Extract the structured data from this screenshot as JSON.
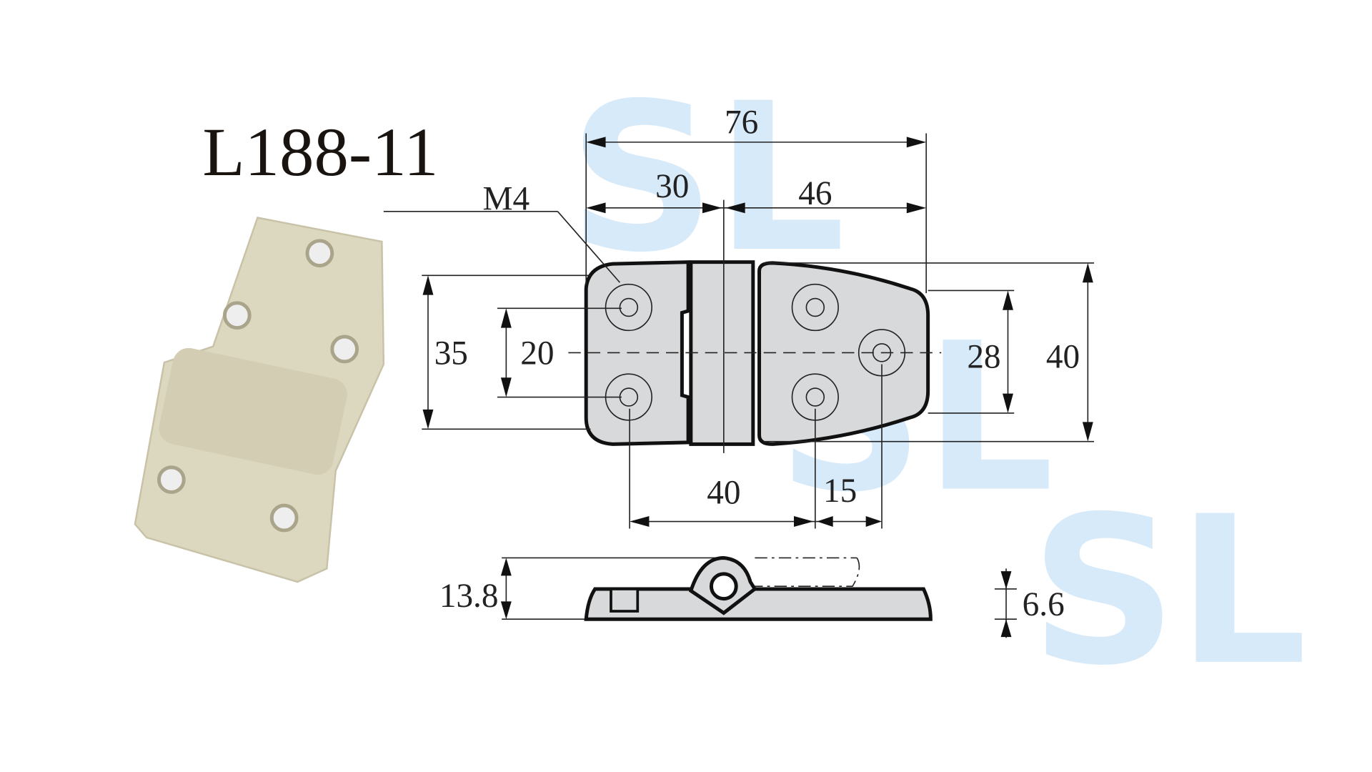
{
  "title": "L188-11",
  "watermark": "SL",
  "colors": {
    "part_photo": "#dcd8c0",
    "watermark": "#8fc4ef",
    "drawing_fill": "#d8d9db"
  },
  "dimensions": {
    "overall_length": "76",
    "left_leaf": "30",
    "right_leaf": "46",
    "thread": "M4",
    "left_height": "35",
    "left_hole_pitch": "20",
    "right_hole_pitch": "28",
    "overall_width": "40",
    "hole_spacing": "40",
    "hole_offset": "15",
    "total_height": "13.8",
    "leaf_thickness": "6.6"
  }
}
